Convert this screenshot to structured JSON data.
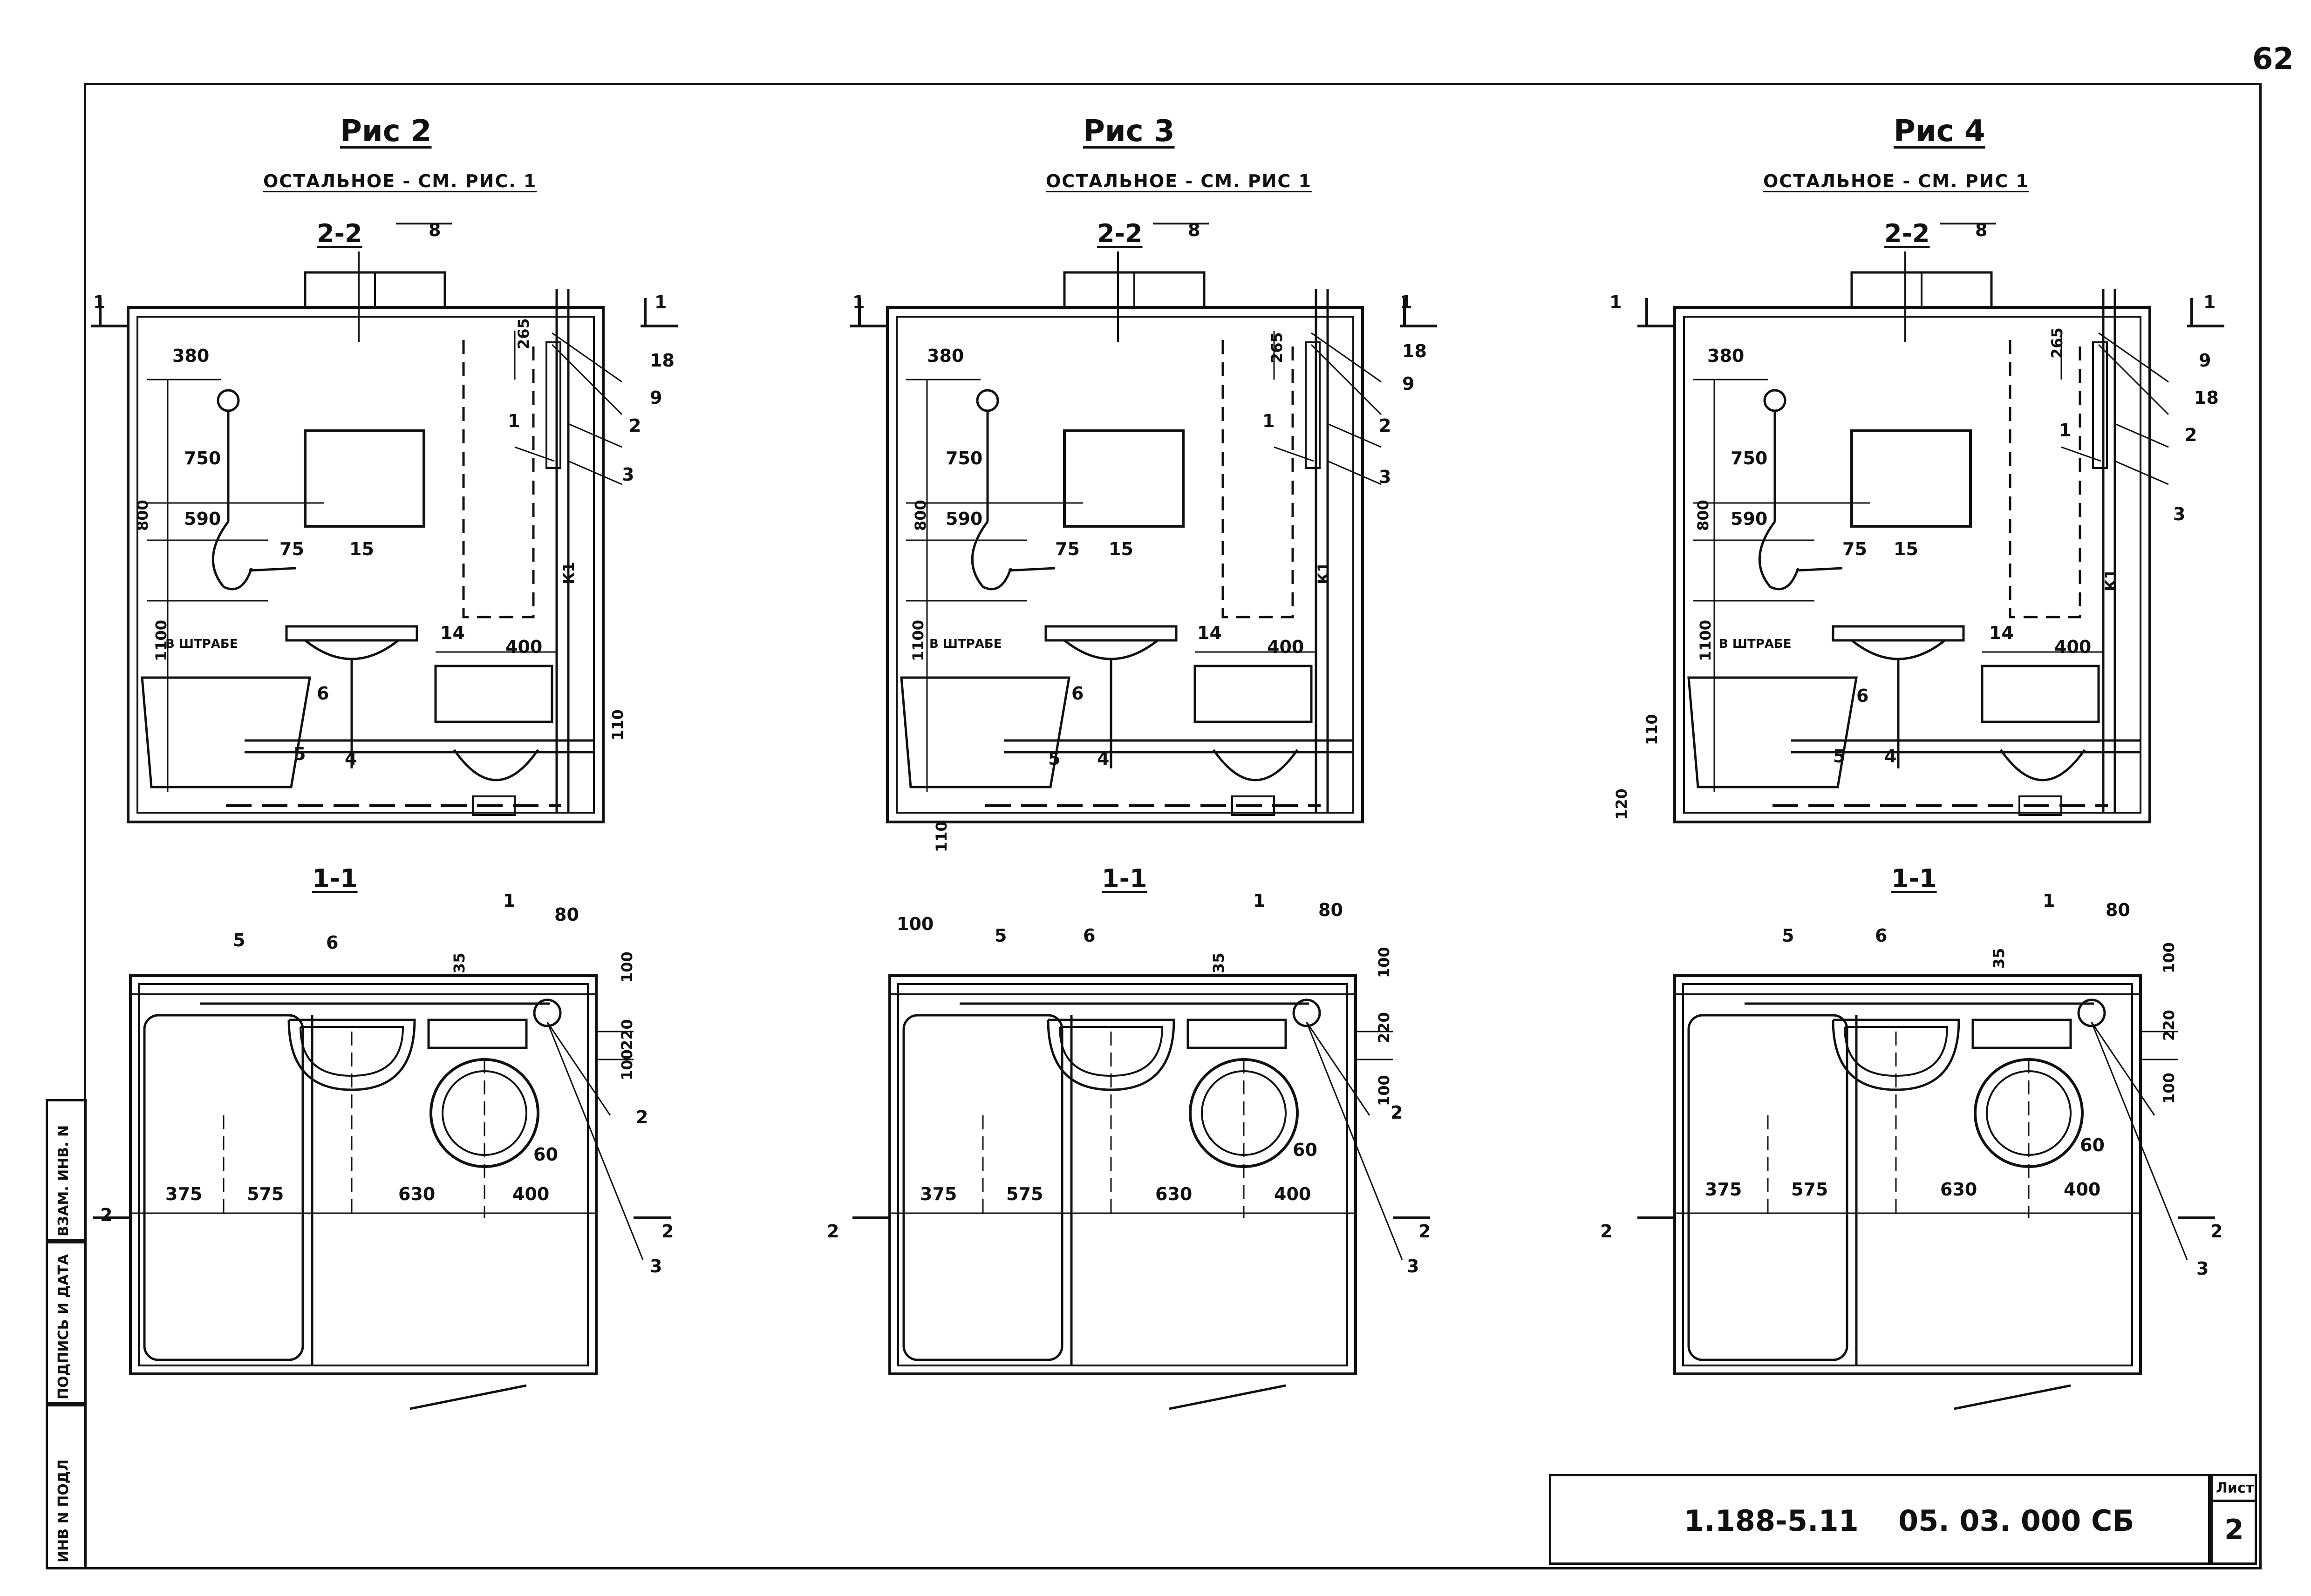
{
  "page_number": "62",
  "title_block": {
    "designation": "1.188-5.11",
    "code": "05. 03. 000 СБ",
    "sheet_label": "Лист",
    "sheet_number": "2"
  },
  "side_stamp": {
    "inv_no_podl": "ИНВ N ПОДЛ",
    "signature_date": "ПОДПИСЬ И ДАТА",
    "vzam_inv": "ВЗАМ. ИНВ. N"
  },
  "figures": [
    {
      "title": "Рис 2",
      "subtitle": "ОСТАЛЬНОЕ - СМ. РИС. 1",
      "section_elev": "2-2",
      "section_plan": "1-1",
      "cut_mark_1": "1",
      "cut_mark_2": "2",
      "elev_dims": [
        "380",
        "750",
        "800",
        "590",
        "75",
        "15",
        "1100",
        "400",
        "265",
        "110"
      ],
      "elev_leads": [
        "8",
        "18",
        "9",
        "1",
        "2",
        "3",
        "14",
        "6",
        "5",
        "4"
      ],
      "in_chase": "В ШТРАБЕ",
      "riser": "К1",
      "plan_dims": [
        "80",
        "35",
        "100",
        "220",
        "100",
        "60",
        "375",
        "575",
        "630",
        "400"
      ],
      "plan_leads": [
        "5",
        "6",
        "1",
        "2",
        "3"
      ]
    },
    {
      "title": "Рис 3",
      "subtitle": "ОСТАЛЬНОЕ - СМ. РИС 1",
      "section_elev": "2-2",
      "section_plan": "1-1",
      "cut_mark_1": "1",
      "cut_mark_2": "2",
      "elev_dims": [
        "380",
        "750",
        "800",
        "590",
        "75",
        "15",
        "1100",
        "400",
        "265",
        "110"
      ],
      "elev_leads": [
        "8",
        "18",
        "9",
        "1",
        "2",
        "3",
        "14",
        "6",
        "5",
        "4"
      ],
      "in_chase": "В ШТРАБЕ",
      "riser": "К1",
      "plan_dims": [
        "100",
        "80",
        "35",
        "100",
        "220",
        "100",
        "60",
        "375",
        "575",
        "630",
        "400"
      ],
      "plan_leads": [
        "5",
        "6",
        "1",
        "2",
        "3"
      ]
    },
    {
      "title": "Рис 4",
      "subtitle": "ОСТАЛЬНОЕ - СМ. РИС 1",
      "section_elev": "2-2",
      "section_plan": "1-1",
      "cut_mark_1": "1",
      "cut_mark_2": "2",
      "elev_dims": [
        "380",
        "750",
        "800",
        "590",
        "75",
        "15",
        "1100",
        "400",
        "265",
        "110",
        "120"
      ],
      "elev_leads": [
        "8",
        "9",
        "18",
        "1",
        "2",
        "3",
        "14",
        "6",
        "5",
        "4"
      ],
      "in_chase": "В ШТРАБЕ",
      "riser": "К1",
      "plan_dims": [
        "80",
        "35",
        "100",
        "220",
        "100",
        "60",
        "375",
        "575",
        "630",
        "400"
      ],
      "plan_leads": [
        "5",
        "6",
        "1",
        "3"
      ]
    }
  ]
}
